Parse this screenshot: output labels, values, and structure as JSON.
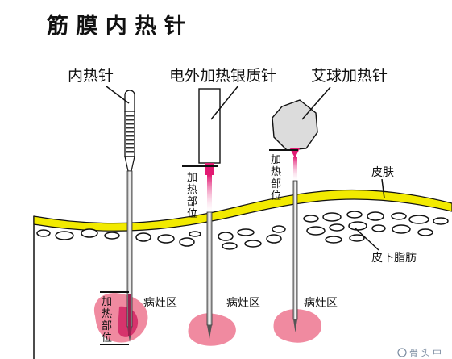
{
  "title": "筋 膜 内 热 针",
  "needles": {
    "inner": {
      "label": "内热针",
      "heat_label": [
        "加",
        "热",
        "部",
        "位"
      ],
      "lesion_label": "病灶区"
    },
    "electric": {
      "label": "电外加热银质针",
      "heat_label": [
        "加",
        "热",
        "部",
        "位"
      ],
      "lesion_label": "病灶区"
    },
    "moxa": {
      "label": "艾球加热针",
      "heat_label": [
        "加",
        "热",
        "部",
        "位"
      ],
      "lesion_label": "病灶区"
    }
  },
  "layers": {
    "skin": "皮肤",
    "fat": "皮下脂肪"
  },
  "watermark": "骨 头 中",
  "colors": {
    "skin": "#f2ea00",
    "lesion": "#f08aa0",
    "lesion_dark": "#d6336c",
    "heat": "#e21a73",
    "moxa": "#dcdcdc"
  }
}
